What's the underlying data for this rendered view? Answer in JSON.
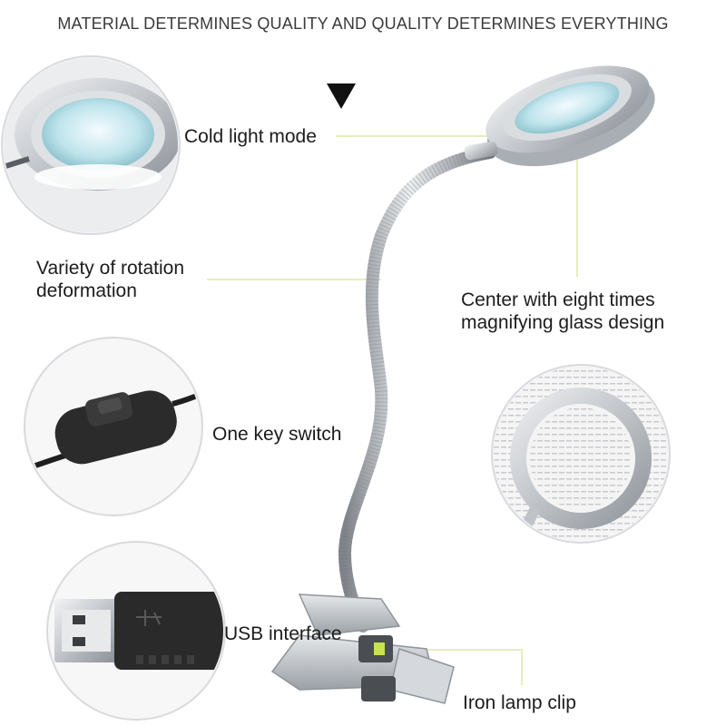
{
  "headline": "MATERIAL DETERMINES QUALITY AND QUALITY DETERMINES EVERYTHING",
  "features": {
    "cold_light": "Cold light mode",
    "rotation": "Variety of rotation\ndeformation",
    "magnifier": "Center with eight times\nmagnifying glass design",
    "switch": "One key switch",
    "usb": "USB interface",
    "clip": "Iron lamp clip"
  },
  "colors": {
    "leader_line": "#e3ecb8",
    "lamp_metal": "#c9ccd0",
    "switch_body": "#2b2b2b",
    "background": "#ffffff"
  },
  "icons": {
    "pointer": "down-triangle"
  }
}
